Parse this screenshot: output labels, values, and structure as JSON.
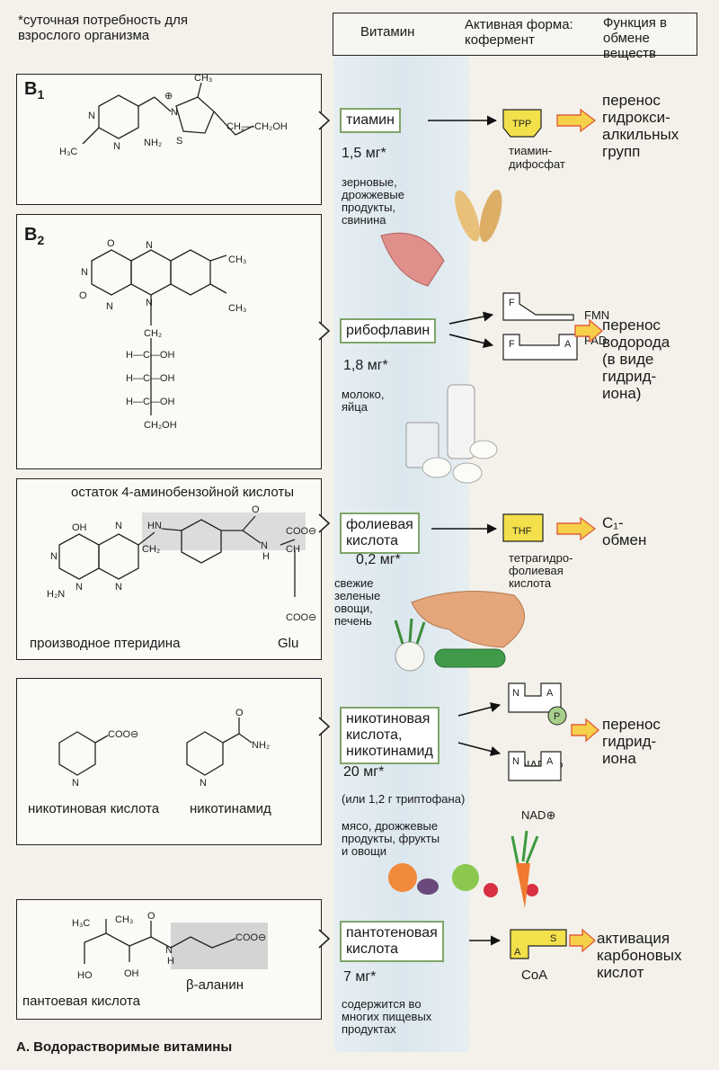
{
  "note": "*суточная потребность для\nвзрослого организма",
  "header": {
    "vitamin": "Витамин",
    "active_form": "Активная форма:\nкофермент",
    "function": "Функция в\nобмене\nвеществ"
  },
  "footer": "А. Водорастворимые витамины",
  "rows": [
    {
      "label_main": "B",
      "label_sub": "1",
      "name": "тиамин",
      "dose": "1,5 мг*",
      "sources": "зерновые,\nдрожжевые\nпродукты,\nсвинина",
      "coenzyme_abbr": "TPP",
      "coenzyme_name": "тиамин-\nдифосфат",
      "function": "перенос\nгидрокси-\nалкильных\nгрупп",
      "structure_labels": [
        "H₃C",
        "N",
        "NH₂",
        "N",
        "S",
        "CH₃",
        "CH₂—CH₂OH",
        "⊕",
        "N"
      ]
    },
    {
      "label_main": "B",
      "label_sub": "2",
      "name": "рибофлавин",
      "dose": "1,8 мг*",
      "sources": "молоко,\nяйца",
      "coenzyme_abbr": [
        "FMN",
        "FAD"
      ],
      "function": "перенос\nводорода\n(в виде\nгидрид-\nиона)",
      "structure_labels": [
        "O",
        "N",
        "O",
        "N",
        "N",
        "N",
        "CH₃",
        "CH₃",
        "CH₂",
        "H—C—OH",
        "H—C—OH",
        "H—C—OH",
        "CH₂OH"
      ]
    },
    {
      "name": "фолиевая\nкислота",
      "dose": "0,2 мг*",
      "sources": "свежие\nзеленые\nовощи,\nпечень",
      "coenzyme_abbr": "THF",
      "coenzyme_name": "тетрагидро-\nфолиевая\nкислота",
      "function": "C₁-\nобмен",
      "struct_top": "остаток 4-аминобензойной кислоты",
      "struct_left": "производное птеридина",
      "struct_right": "Glu",
      "structure_labels": [
        "OH",
        "N",
        "N",
        "H₂N",
        "N",
        "N",
        "HN",
        "CH₂",
        "O",
        "N",
        "H",
        "COO⊖",
        "CH",
        "COO⊖"
      ]
    },
    {
      "name": "никотиновая\nкислота,\nникотинамид",
      "dose": "20 мг*",
      "dose_note": "(или 1,2 г триптофана)",
      "sources": "мясо, дрожжевые\nпродукты, фрукты\nи овощи",
      "coenzyme_abbr": [
        "NADP⊕",
        "NAD⊕"
      ],
      "function": "перенос\nгидрид-\nиона",
      "struct_a": "никотиновая кислота",
      "struct_b": "никотинамид",
      "structure_labels": [
        "COO⊖",
        "N",
        "O",
        "NH₂",
        "N"
      ]
    },
    {
      "name": "пантотеновая\nкислота",
      "dose": "7 мг*",
      "sources": "содержится во\nмногих пищевых\nпродуктах",
      "coenzyme_abbr": "CoA",
      "function": "активация\nкарбоновых\nкислот",
      "struct_a": "пантоевая кислота",
      "struct_b": "β-аланин",
      "structure_labels": [
        "H₃C",
        "CH₃",
        "O",
        "HO",
        "OH",
        "N",
        "H",
        "COO⊖"
      ]
    }
  ],
  "glyphs": {
    "F": "F",
    "A": "A",
    "N": "N",
    "P": "P",
    "S": "S"
  },
  "colors": {
    "vitamin_border": "#7fa56a",
    "coenzyme_fill": "#f3e04a",
    "arrow_fill": "#f7d04a",
    "arrow_stroke": "#e0603a",
    "band": "#dbe7ee"
  }
}
